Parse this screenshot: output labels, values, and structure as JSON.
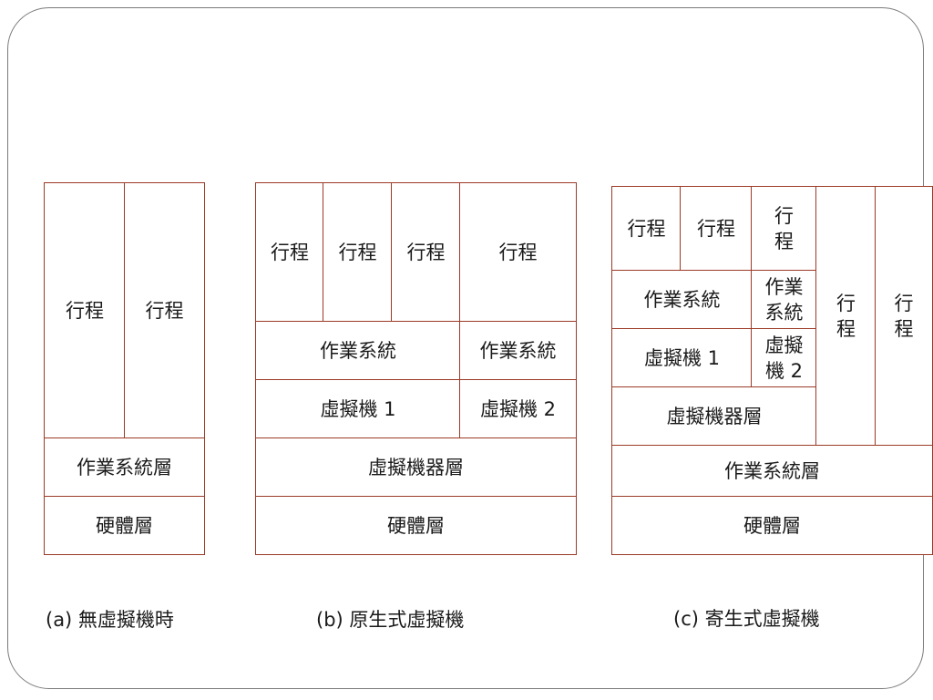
{
  "diagram_a": {
    "process_1": "行程",
    "process_2": "行程",
    "os_layer": "作業系統層",
    "hardware_layer": "硬體層",
    "caption": "(a) 無虛擬機時"
  },
  "diagram_b": {
    "process_1": "行程",
    "process_2": "行程",
    "process_3": "行程",
    "process_4": "行程",
    "os_1": "作業系統",
    "os_2": "作業系統",
    "vm_1": "虛擬機 1",
    "vm_2": "虛擬機 2",
    "vmm_layer": "虛擬機器層",
    "hardware_layer": "硬體層",
    "caption": "(b)  原生式虛擬機"
  },
  "diagram_c": {
    "process_1": "行程",
    "process_2": "行程",
    "process_3_line1": "行",
    "process_3_line2": "程",
    "os_1": "作業系統",
    "os_2_line1": "作業",
    "os_2_line2": "系統",
    "vm_1": "虛擬機 1",
    "vm_2_line1": "虛擬",
    "vm_2_line2": "機 2",
    "vmm_layer": "虛擬機器層",
    "host_process_1_line1": "行",
    "host_process_1_line2": "程",
    "host_process_2_line1": "行",
    "host_process_2_line2": "程",
    "os_layer": "作業系統層",
    "hardware_layer": "硬體層",
    "caption": "(c)  寄生式虛擬機"
  }
}
